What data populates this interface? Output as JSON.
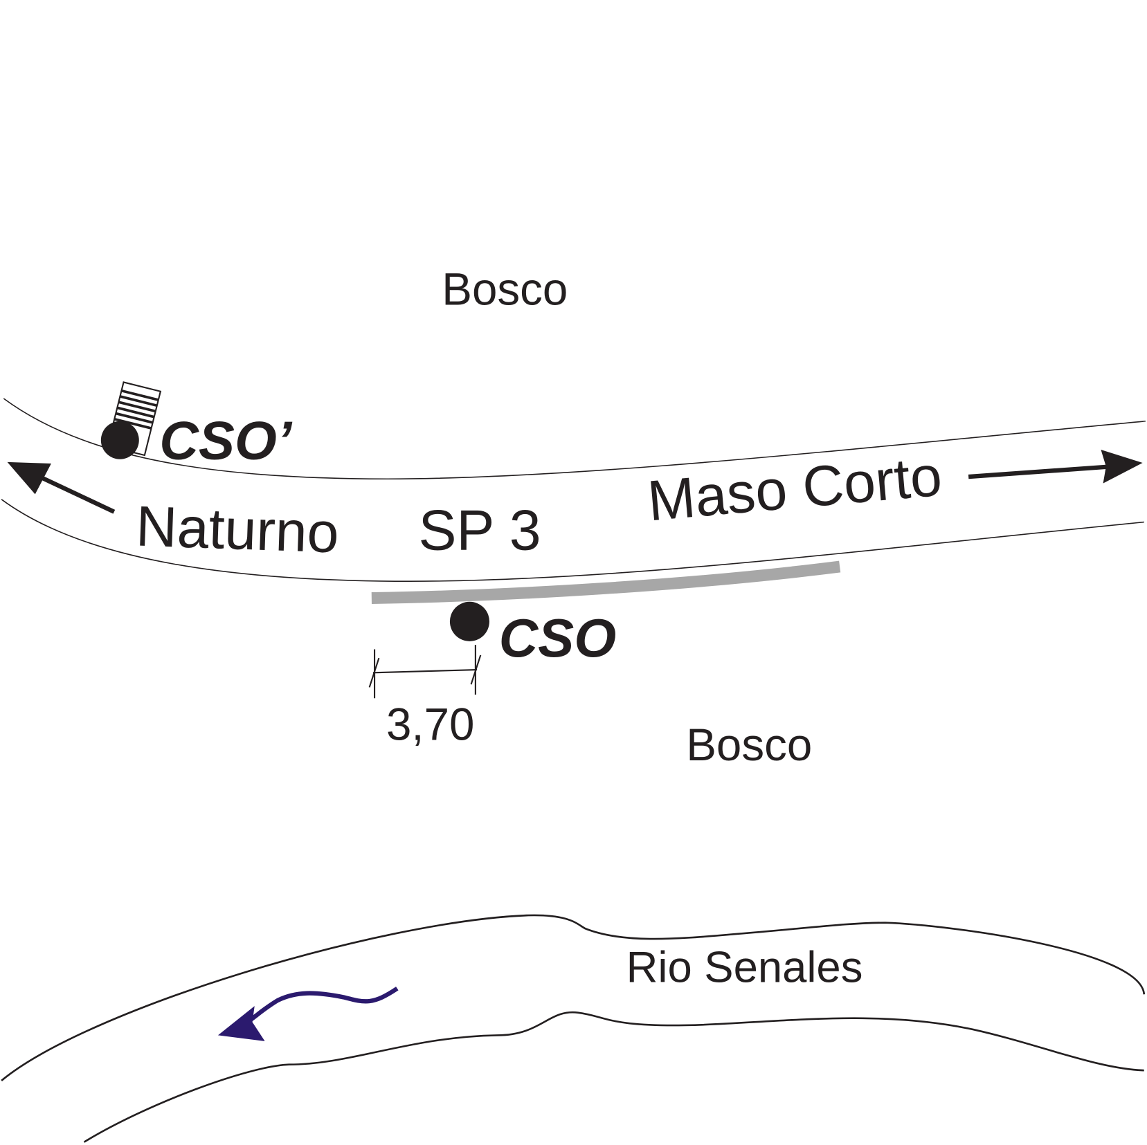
{
  "labels": {
    "bosco_top": "Bosco",
    "bosco_bottom": "Bosco",
    "cso_prime": "CSO’",
    "cso": "CSO",
    "naturno": "Naturno",
    "sp3": "SP 3",
    "maso_corto": "Maso Corto",
    "dimension": "3,70",
    "river": "Rio Senales"
  },
  "colors": {
    "ink": "#231f20",
    "barrier": "#a7a7a7",
    "river_flow_arrow": "#2b1a6e"
  }
}
